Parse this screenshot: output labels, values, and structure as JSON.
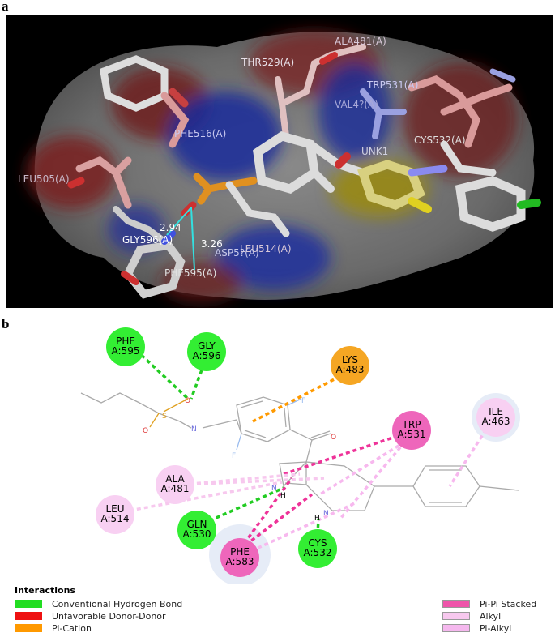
{
  "panel_a": {
    "label": "a",
    "residues": [
      "ALA481(A)",
      "THR529(A)",
      "TRP531(A)",
      "VAL4?(A)",
      "PHE516(A)",
      "CYS532(A)",
      "UNK1",
      "LEU505(A)",
      "GLY596(A)",
      "LEU514(A)",
      "ASP5?(A)",
      "PHE595(A)"
    ],
    "distances": [
      "2.94",
      "3.26"
    ]
  },
  "panel_b": {
    "label": "b",
    "residues": {
      "phe595": [
        "PHE",
        "A:595"
      ],
      "gly596": [
        "GLY",
        "A:596"
      ],
      "lys483": [
        "LYS",
        "A:483"
      ],
      "trp531": [
        "TRP",
        "A:531"
      ],
      "ile463": [
        "ILE",
        "A:463"
      ],
      "ala481": [
        "ALA",
        "A:481"
      ],
      "leu514": [
        "LEU",
        "A:514"
      ],
      "gln530": [
        "GLN",
        "A:530"
      ],
      "cys532": [
        "CYS",
        "A:532"
      ],
      "phe583": [
        "PHE",
        "A:583"
      ]
    },
    "atoms": {
      "n": "N",
      "o": "O",
      "s": "S",
      "h": "H",
      "f": "F"
    }
  },
  "legend": {
    "title": "Interactions",
    "items": [
      {
        "label": "Conventional Hydrogen Bond",
        "color": "#22dd22"
      },
      {
        "label": "Unfavorable Donor-Donor",
        "color": "#ee1111"
      },
      {
        "label": "Pi-Cation",
        "color": "#ff9900"
      },
      {
        "label": "Pi-Pi Stacked",
        "color": "#ee55aa"
      },
      {
        "label": "Alkyl",
        "color": "#f7c8ee"
      },
      {
        "label": "Pi-Alkyl",
        "color": "#f5b8ee"
      }
    ]
  }
}
